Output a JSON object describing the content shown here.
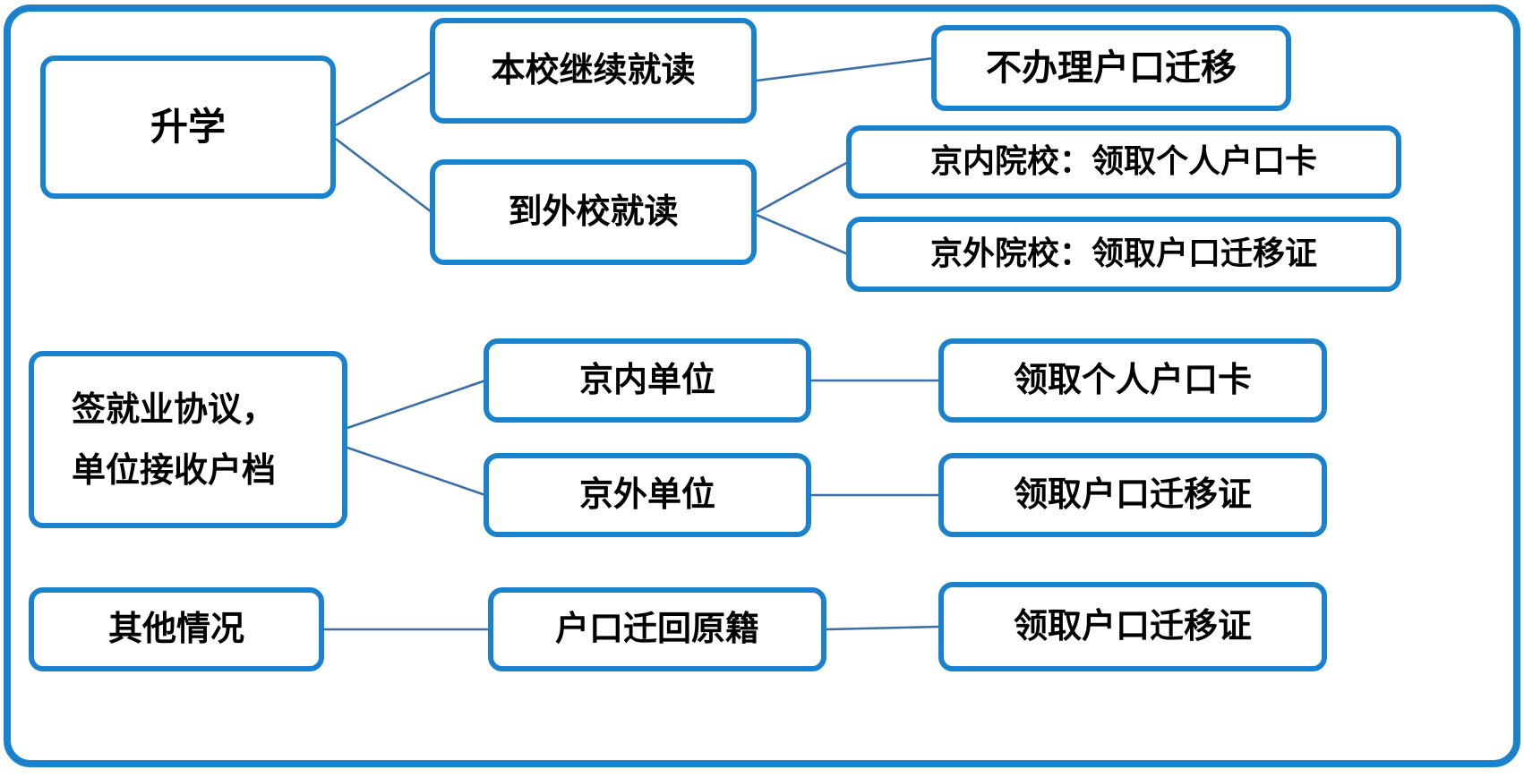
{
  "colors": {
    "box_border": "#1a82cc",
    "connector_line": "#3a6ea5",
    "text": "#000000",
    "background": "#ffffff"
  },
  "diagram": {
    "nodes": {
      "shengxue": {
        "label": "升学"
      },
      "benxiao": {
        "label": "本校继续就读"
      },
      "bubanli": {
        "label": "不办理户口迁移"
      },
      "waixiao": {
        "label": "到外校就读"
      },
      "jn_yuanxiao": {
        "label": "京内院校：领取个人户口卡"
      },
      "jw_yuanxiao": {
        "label": "京外院校：领取户口迁移证"
      },
      "qianjiuye": {
        "line1": "签就业协议，",
        "line2": "单位接收户档"
      },
      "jn_danwei": {
        "label": "京内单位"
      },
      "lingqu_ka": {
        "label": "领取个人户口卡"
      },
      "jw_danwei": {
        "label": "京外单位"
      },
      "lingqu_zheng1": {
        "label": "领取户口迁移证"
      },
      "qita": {
        "label": "其他情况"
      },
      "qianhui": {
        "label": "户口迁回原籍"
      },
      "lingqu_zheng2": {
        "label": "领取户口迁移证"
      }
    },
    "edges": [
      {
        "from": "升学",
        "to": "本校继续就读"
      },
      {
        "from": "升学",
        "to": "到外校就读"
      },
      {
        "from": "本校继续就读",
        "to": "不办理户口迁移"
      },
      {
        "from": "到外校就读",
        "to": "京内院校：领取个人户口卡"
      },
      {
        "from": "到外校就读",
        "to": "京外院校：领取户口迁移证"
      },
      {
        "from": "签就业协议，单位接收户档",
        "to": "京内单位"
      },
      {
        "from": "签就业协议，单位接收户档",
        "to": "京外单位"
      },
      {
        "from": "京内单位",
        "to": "领取个人户口卡"
      },
      {
        "from": "京外单位",
        "to": "领取户口迁移证"
      },
      {
        "from": "其他情况",
        "to": "户口迁回原籍"
      },
      {
        "from": "户口迁回原籍",
        "to": "领取户口迁移证"
      }
    ]
  }
}
